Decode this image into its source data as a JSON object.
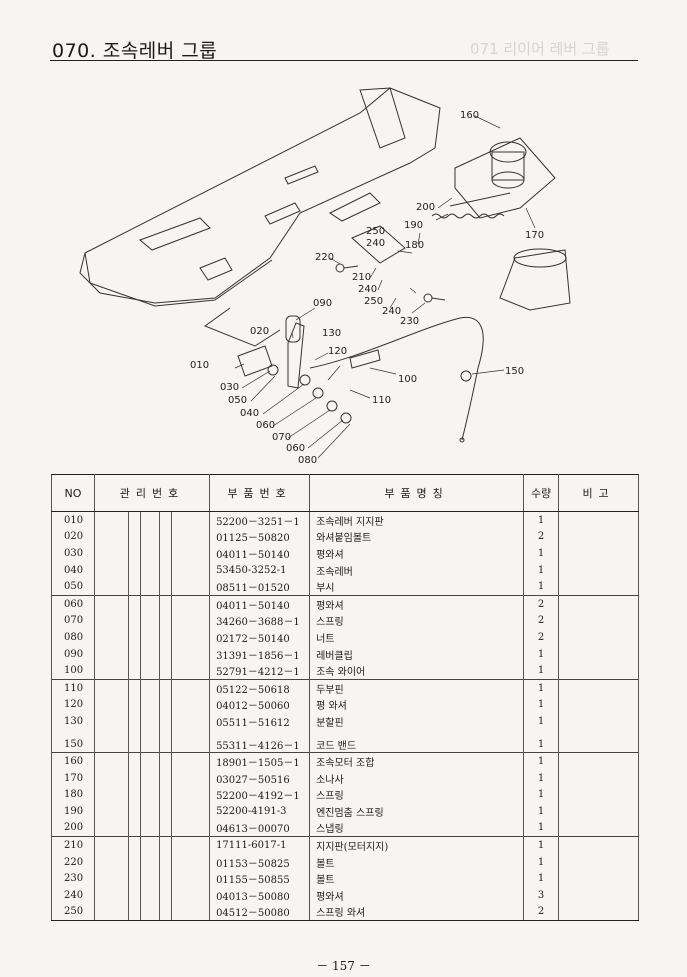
{
  "header": {
    "title": "070. 조속레버 그룹",
    "ghost": "071 리이어 레버 그룹"
  },
  "diagram": {
    "callouts": [
      "010",
      "020",
      "030",
      "040",
      "050",
      "060",
      "070",
      "060",
      "080",
      "090",
      "100",
      "110",
      "120",
      "130",
      "150",
      "160",
      "170",
      "180",
      "190",
      "200",
      "210",
      "220",
      "230",
      "240",
      "240",
      "240",
      "250",
      "250"
    ]
  },
  "table": {
    "headers": {
      "no": "NO",
      "mgmt": "관리번호",
      "part_no": "부품번호",
      "name": "부품명칭",
      "qty": "수량",
      "remark": "비고"
    },
    "rows": [
      {
        "no": "010",
        "part": "52200－3251－1",
        "name": "조속레버 지지판",
        "qty": "1"
      },
      {
        "no": "020",
        "part": "01125－50820",
        "name": "와셔붙임볼트",
        "qty": "2"
      },
      {
        "no": "030",
        "part": "04011－50140",
        "name": "평와셔",
        "qty": "1"
      },
      {
        "no": "040",
        "part": "53450-3252-1",
        "name": "조속레버",
        "qty": "1"
      },
      {
        "no": "050",
        "part": "08511－01520",
        "name": "부시",
        "qty": "1"
      },
      {
        "no": "060",
        "part": "04011－50140",
        "name": "평와셔",
        "qty": "2"
      },
      {
        "no": "070",
        "part": "34260－3688－1",
        "name": "스프링",
        "qty": "2"
      },
      {
        "no": "080",
        "part": "02172－50140",
        "name": "너트",
        "qty": "2"
      },
      {
        "no": "090",
        "part": "31391－1856－1",
        "name": "레버클립",
        "qty": "1"
      },
      {
        "no": "100",
        "part": "52791－4212－1",
        "name": "조속 와이어",
        "qty": "1"
      },
      {
        "no": "110",
        "part": "05122－50618",
        "name": "두부핀",
        "qty": "1"
      },
      {
        "no": "120",
        "part": "04012－50060",
        "name": "평 와셔",
        "qty": "1"
      },
      {
        "no": "130",
        "part": "05511－51612",
        "name": "분할핀",
        "qty": "1"
      },
      {
        "no": "150",
        "part": "55311－4126－1",
        "name": "코드 밴드",
        "qty": "1"
      },
      {
        "no": "160",
        "part": "18901－1505－1",
        "name": "조속모터 조합",
        "qty": "1"
      },
      {
        "no": "170",
        "part": "03027－50516",
        "name": "소나사",
        "qty": "1"
      },
      {
        "no": "180",
        "part": "52200－4192－1",
        "name": "스프링",
        "qty": "1"
      },
      {
        "no": "190",
        "part": "52200-4191-3",
        "name": "엔진멈춤 스프링",
        "qty": "1"
      },
      {
        "no": "200",
        "part": "04613－00070",
        "name": "스냅링",
        "qty": "1"
      },
      {
        "no": "210",
        "part": "17111-6017-1",
        "name": "지지판(모터지지)",
        "qty": "1"
      },
      {
        "no": "220",
        "part": "01153－50825",
        "name": "볼트",
        "qty": "1"
      },
      {
        "no": "230",
        "part": "01155－50855",
        "name": "볼트",
        "qty": "1"
      },
      {
        "no": "240",
        "part": "04013－50080",
        "name": "평와셔",
        "qty": "3"
      },
      {
        "no": "250",
        "part": "04512－50080",
        "name": "스프링 와셔",
        "qty": "2"
      }
    ]
  },
  "footer": {
    "page": "－ 157 －"
  }
}
